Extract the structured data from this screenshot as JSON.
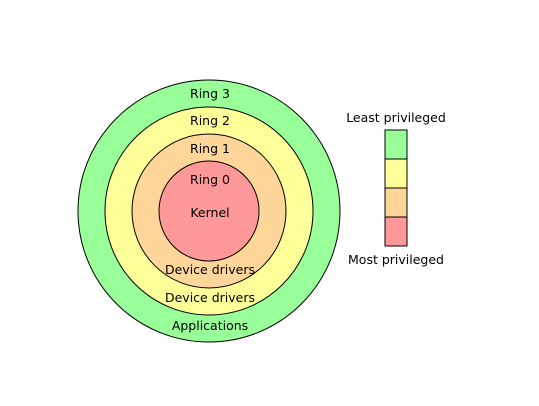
{
  "rings": [
    {
      "id": "ring3",
      "label": "Ring 3",
      "inner_label": "Applications",
      "color": "#99ff99"
    },
    {
      "id": "ring2",
      "label": "Ring 2",
      "inner_label": "Device drivers",
      "color": "#ffff99"
    },
    {
      "id": "ring1",
      "label": "Ring 1",
      "inner_label": "Device drivers",
      "color": "#ffd699"
    },
    {
      "id": "ring0",
      "label": "Ring 0",
      "inner_label": "Kernel",
      "color": "#ff9999"
    }
  ],
  "legend": {
    "top_label": "Least privileged",
    "bottom_label": "Most privileged",
    "colors_top_to_bottom": [
      "#99ff99",
      "#ffff99",
      "#ffd699",
      "#ff9999"
    ]
  }
}
